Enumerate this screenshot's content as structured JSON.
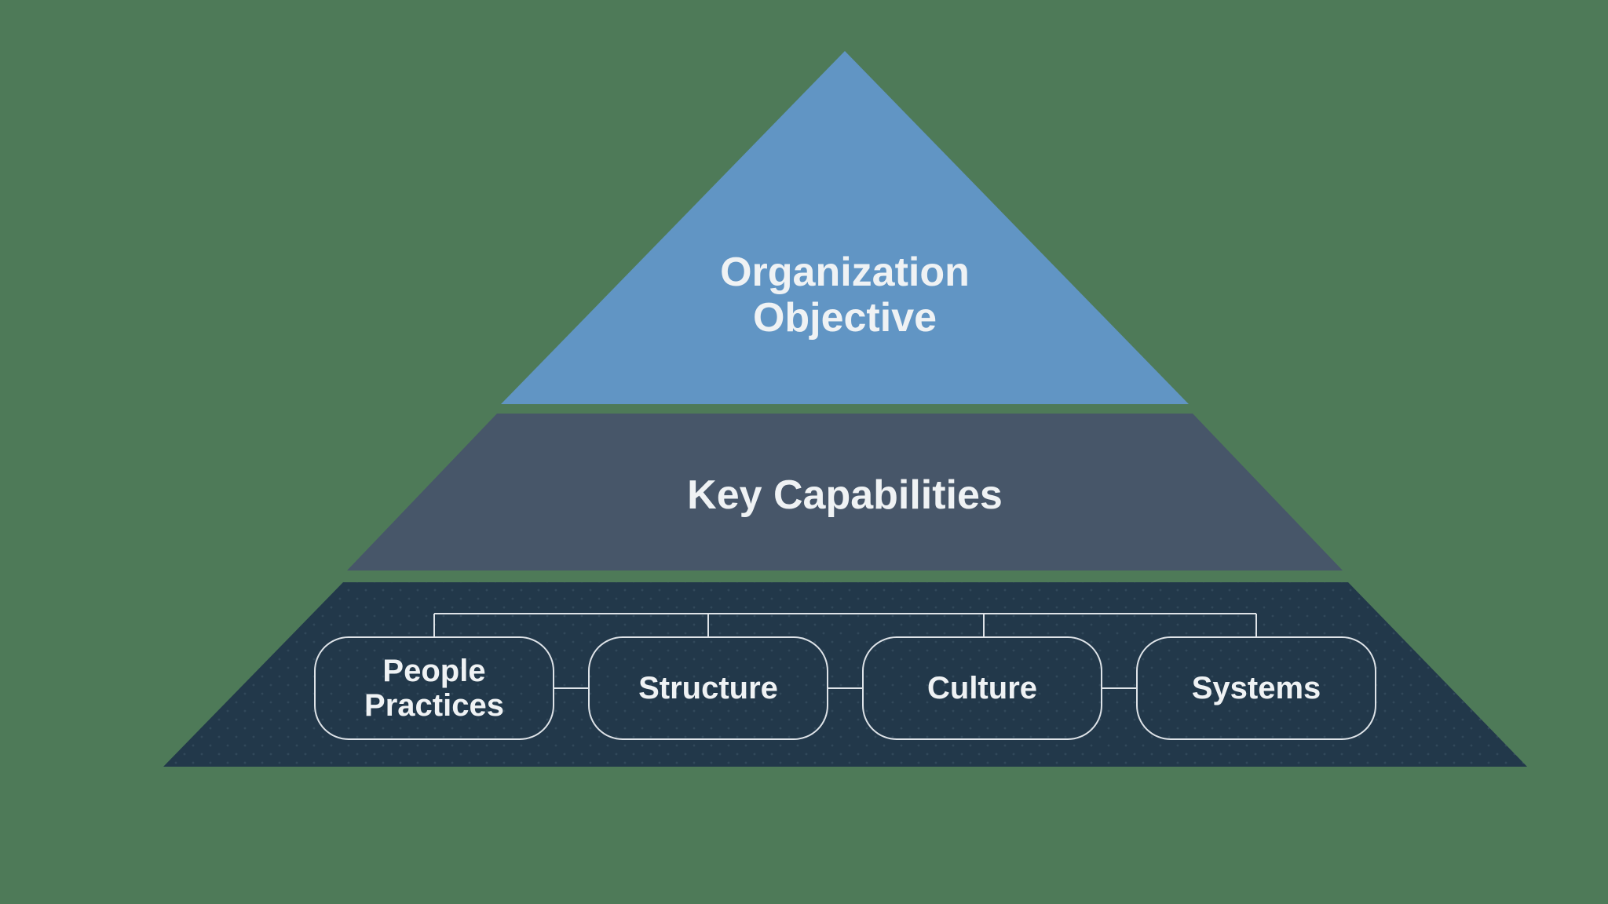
{
  "colors": {
    "background": "#4E7A58",
    "tier1": "#6195C4",
    "tier2": "#475669",
    "tier3": "#22384A",
    "line": "#DEE3E8",
    "text": "#EFF2F4"
  },
  "pyramid": {
    "tier1": {
      "label": "Organization Objective",
      "lines": [
        "Organization",
        "Objective"
      ]
    },
    "tier2": {
      "label": "Key Capabilities"
    },
    "tier3": {
      "boxes": [
        {
          "label": "People Practices",
          "lines": [
            "People",
            "Practices"
          ]
        },
        {
          "label": "Structure"
        },
        {
          "label": "Culture"
        },
        {
          "label": "Systems"
        }
      ]
    }
  }
}
